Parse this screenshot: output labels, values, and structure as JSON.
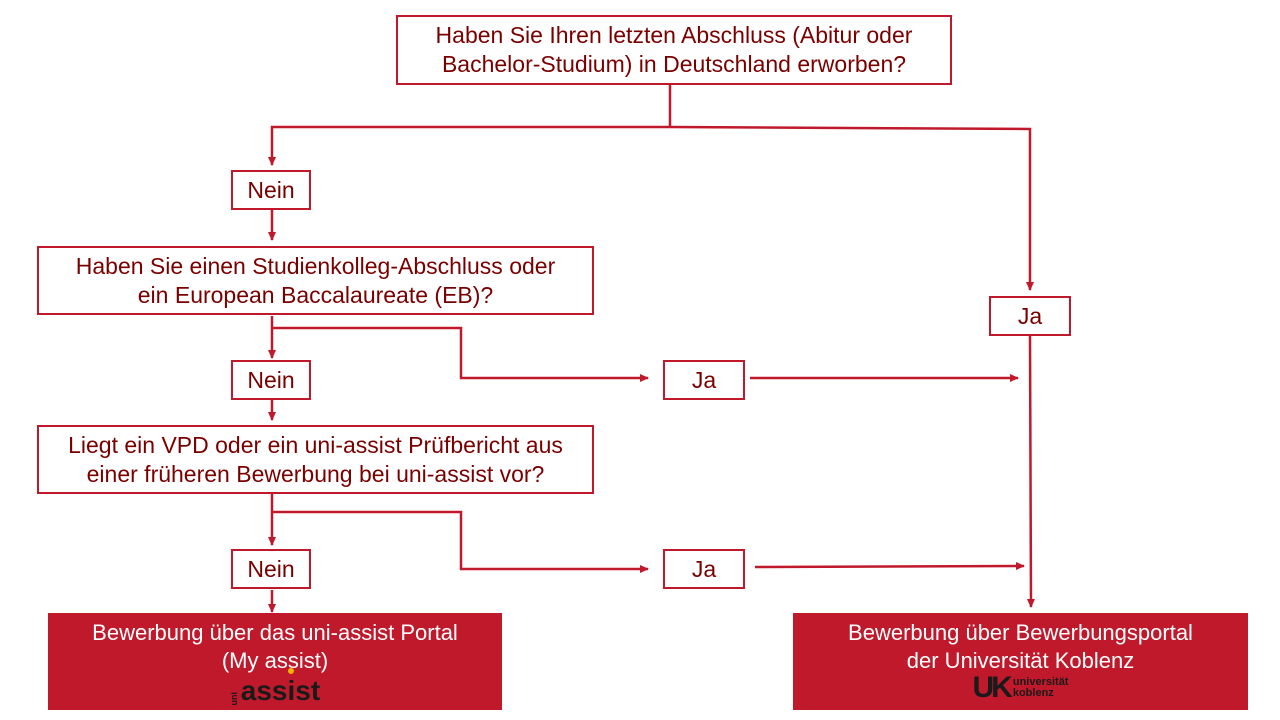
{
  "colors": {
    "accent": "#c0192b",
    "text": "#7a0000"
  },
  "questions": {
    "q1": [
      "Haben Sie Ihren letzten Abschluss (Abitur oder",
      "Bachelor-Studium) in Deutschland erworben?"
    ],
    "q2": [
      "Haben Sie einen Studienkolleg-Abschluss oder",
      "ein European Baccalaureate (EB)?"
    ],
    "q3": [
      "Liegt ein VPD oder ein uni-assist Prüfbericht aus",
      "einer früheren Bewerbung bei uni-assist vor?"
    ]
  },
  "answers": {
    "no1": "Nein",
    "yes1": "Ja",
    "no2": "Nein",
    "yes2": "Ja",
    "no3": "Nein",
    "yes3": "Ja"
  },
  "results": {
    "uniassist": {
      "lines": [
        "Bewerbung über das uni-assist Portal",
        "(My assist)"
      ],
      "logo_small": "uni",
      "logo_main_a": "a",
      "logo_main_s": "ss",
      "logo_main_i": "i",
      "logo_main_st": "st"
    },
    "koblenz": {
      "lines": [
        "Bewerbung über Bewerbungsportal",
        "der Universität Koblenz"
      ],
      "logo_mark": "UK",
      "logo_words": [
        "universität",
        "koblenz"
      ]
    }
  }
}
